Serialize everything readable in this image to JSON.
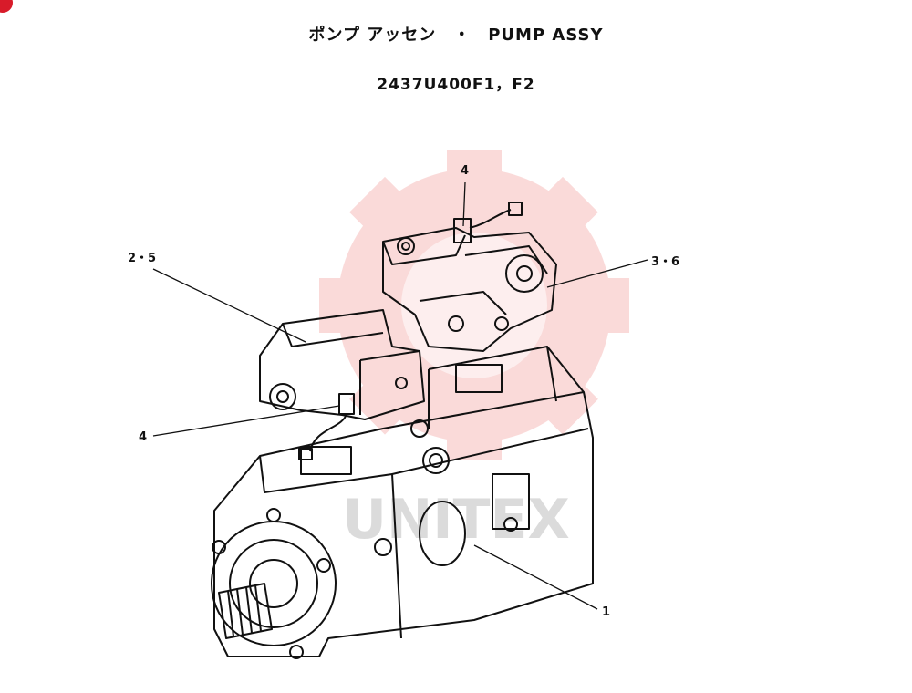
{
  "header": {
    "title_line1": "ポンプ アッセン　・　PUMP ASSY",
    "title_line2": "2437U400F1，F2"
  },
  "callouts": {
    "label_2_5": "2・5",
    "label_3_6": "3・6",
    "label_4_top": "4",
    "label_4_left": "4",
    "label_1": "1"
  },
  "watermark": {
    "text": "UNITEX",
    "color": "#e53935"
  }
}
